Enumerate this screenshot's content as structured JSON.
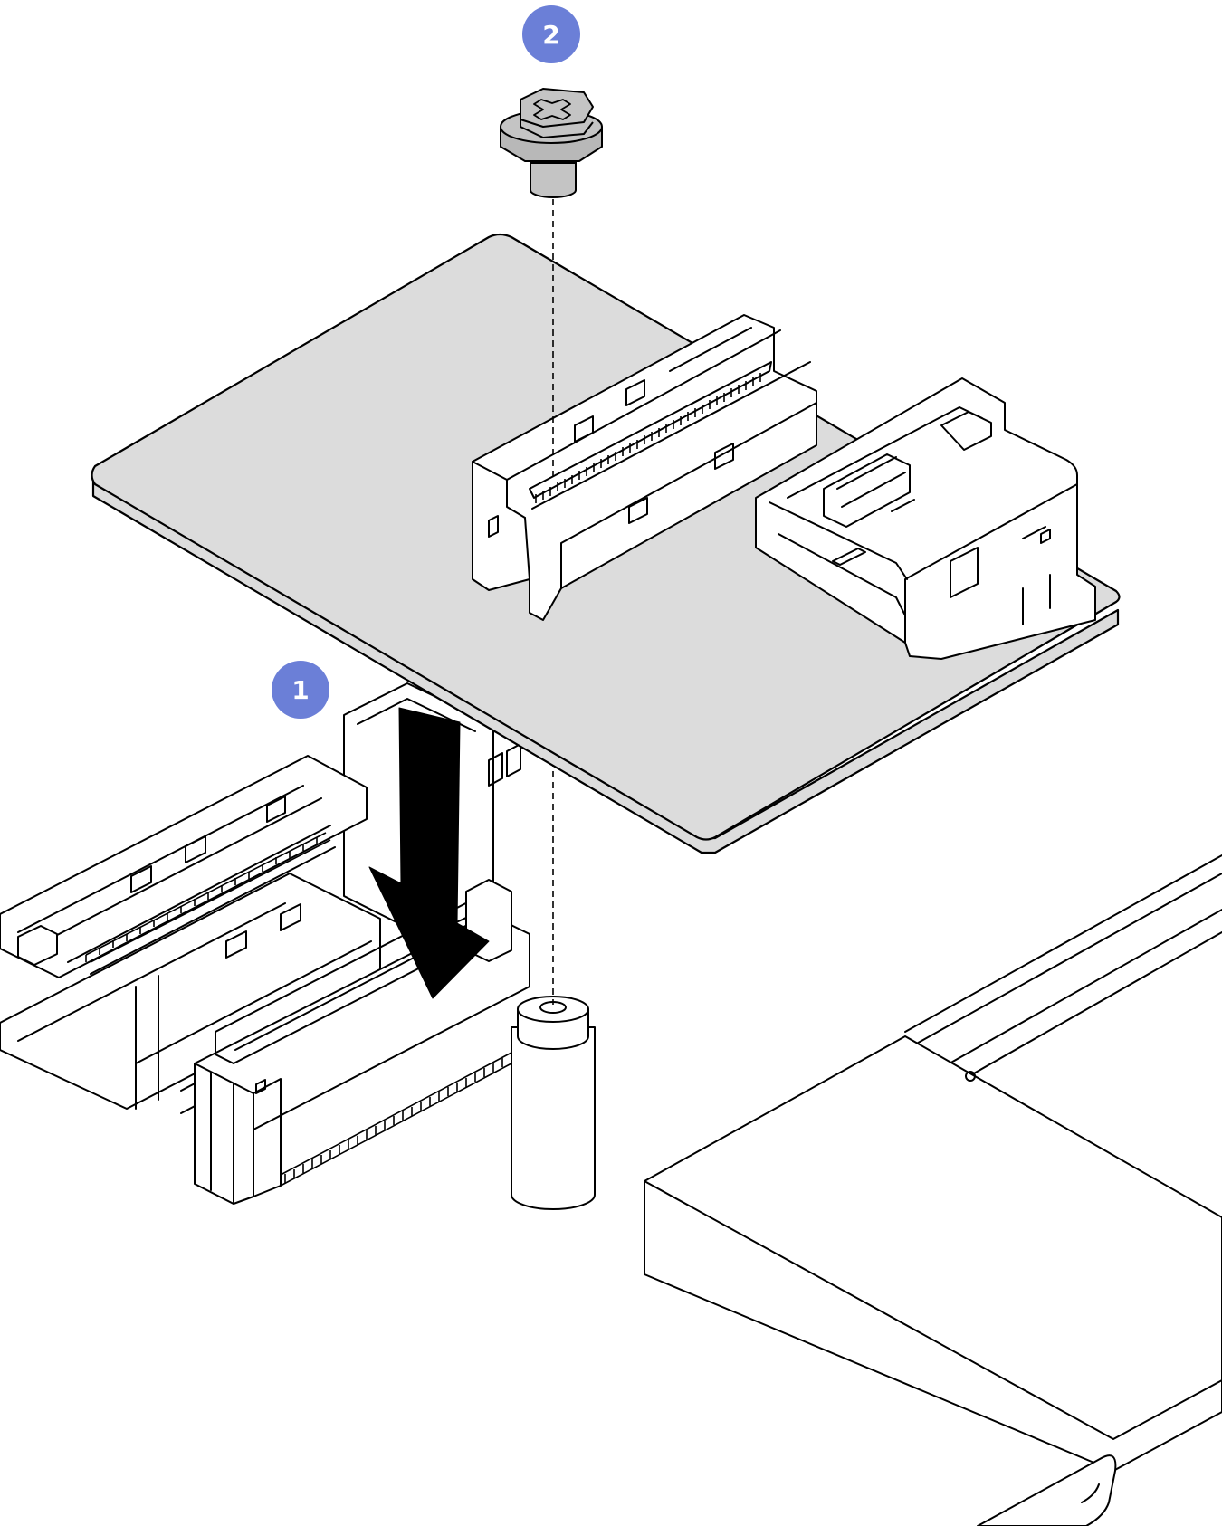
{
  "callouts": [
    {
      "id": "step-1",
      "label": "1"
    },
    {
      "id": "step-2",
      "label": "2"
    }
  ],
  "colors": {
    "callout_fill": "#6b7fd7",
    "board_fill": "#dcdcdc",
    "screw_fill": "#c4c4c4",
    "arrow_fill": "#000000",
    "line": "#000000"
  },
  "icons": [
    "screw-icon",
    "down-arrow-icon"
  ]
}
